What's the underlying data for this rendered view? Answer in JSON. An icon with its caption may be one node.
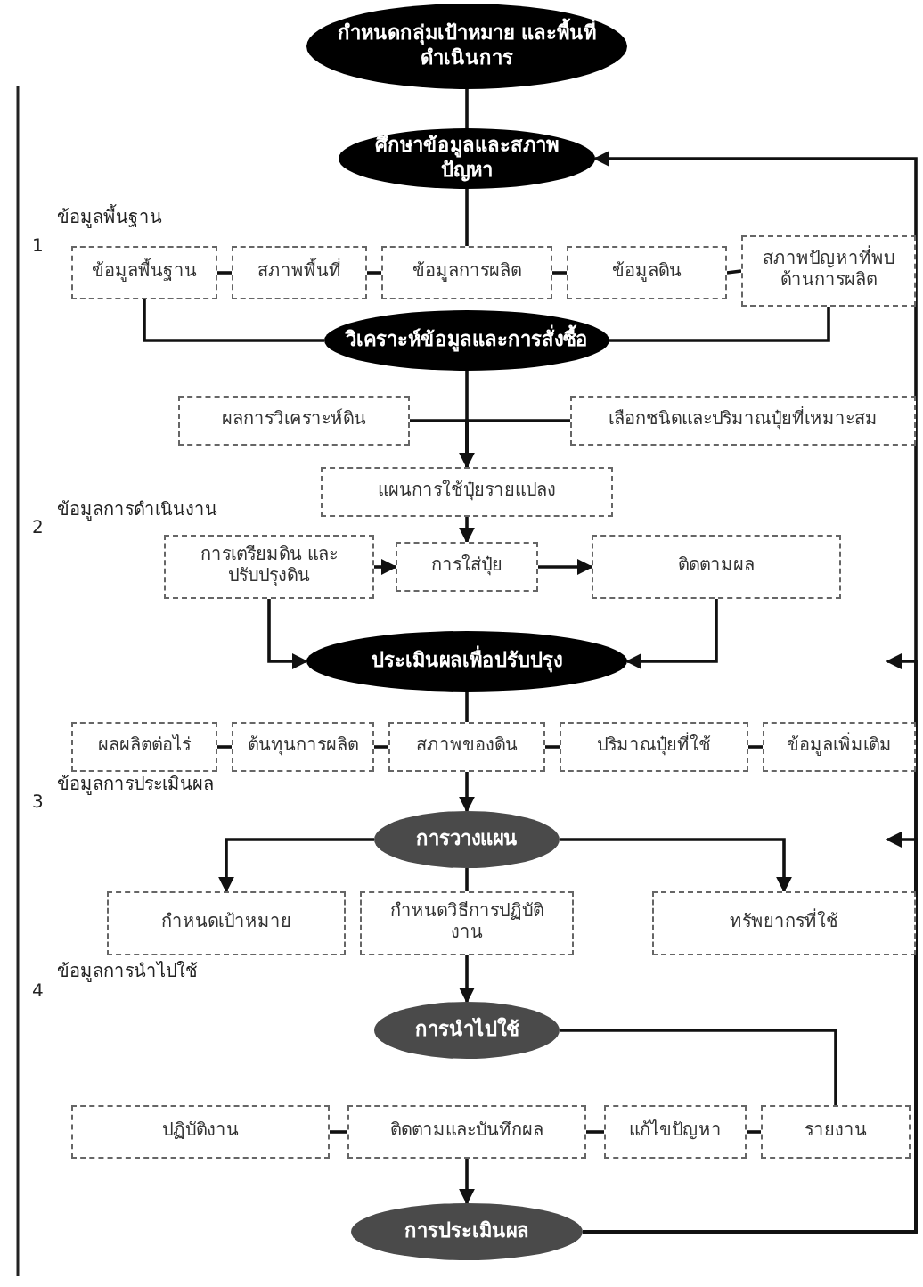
{
  "diagram": {
    "nodes": [
      {
        "text": [
          "กำหนดกลุ่มเป้าหมาย และพื้นที่ดำเนินการ"
        ]
      },
      {
        "text": [
          "ศึกษาข้อมูลและสภาพปัญหา"
        ]
      },
      {
        "text": [
          "ข้อมูลพื้นฐาน"
        ]
      },
      {
        "text": [
          "สภาพพื้นที่"
        ]
      },
      {
        "text": [
          "ข้อมูลการผลิต"
        ]
      },
      {
        "text": [
          "ข้อมูลดิน"
        ]
      },
      {
        "text": [
          "สภาพปัญหาที่พบ ด้านการผลิต"
        ]
      },
      {
        "text": [
          "วิเคราะห์ข้อมูลและการสั่งซื้อ"
        ]
      },
      {
        "text": [
          "ผลการวิเคราะห์ดิน"
        ]
      },
      {
        "text": [
          "เลือกชนิดและปริมาณปุ๋ยที่เหมาะสม"
        ]
      },
      {
        "text": [
          "แผนการใช้ปุ๋ยรายแปลง"
        ]
      },
      {
        "text": [
          "การเตรียมดิน และปรับปรุงดิน"
        ]
      },
      {
        "text": [
          "การใส่ปุ๋ย"
        ]
      },
      {
        "text": [
          "ติดตามผล"
        ]
      },
      {
        "text": [
          "ประเมินผลเพื่อปรับปรุง"
        ]
      },
      {
        "text": [
          "ผลผลิตต่อไร่"
        ]
      },
      {
        "text": [
          "ต้นทุนการผลิต"
        ]
      },
      {
        "text": [
          "สภาพของดิน"
        ]
      },
      {
        "text": [
          "ปริมาณปุ๋ยที่ใช้"
        ]
      },
      {
        "text": [
          "ข้อมูลเพิ่มเติม"
        ]
      },
      {
        "text": [
          "การวางแผน"
        ]
      },
      {
        "text": [
          "กำหนดเป้าหมาย"
        ]
      },
      {
        "text": [
          "กำหนดวิธีการปฏิบัติงาน"
        ]
      },
      {
        "text": [
          "ทรัพยากรที่ใช้"
        ]
      },
      {
        "text": [
          "การนำไปใช้"
        ]
      },
      {
        "text": [
          "ปฏิบัติงาน"
        ]
      },
      {
        "text": [
          "ติดตามและบันทึกผล"
        ]
      },
      {
        "text": [
          "แก้ไขปัญหา"
        ]
      },
      {
        "text": [
          "รายงาน"
        ]
      },
      {
        "text": [
          "การประเมินผล"
        ]
      }
    ],
    "edges": [
      {
        "from": 0,
        "to": 1,
        "arrow": "none"
      },
      {
        "from": 1,
        "to": 4,
        "arrow": "none"
      },
      {
        "from": 2,
        "to": 3,
        "arrow": "none"
      },
      {
        "from": 3,
        "to": 4,
        "arrow": "none"
      },
      {
        "from": 4,
        "to": 5,
        "arrow": "none"
      },
      {
        "from": 5,
        "to": 6,
        "arrow": "none"
      },
      {
        "from": 2,
        "to": 7,
        "arrow": "none"
      },
      {
        "from": 6,
        "to": 7,
        "arrow": "none"
      },
      {
        "from": 7,
        "to": 10,
        "arrow": "to"
      },
      {
        "from": 8,
        "to": 10,
        "arrow": "none"
      },
      {
        "from": 9,
        "to": 10,
        "arrow": "none"
      },
      {
        "from": 10,
        "to": 12,
        "arrow": "to"
      },
      {
        "from": 11,
        "to": 12,
        "arrow": "to"
      },
      {
        "from": 12,
        "to": 13,
        "arrow": "to"
      },
      {
        "from": 11,
        "to": 14,
        "arrow": "to"
      },
      {
        "from": 13,
        "to": 14,
        "arrow": "to"
      },
      {
        "from": 14,
        "to": 17,
        "arrow": "none"
      },
      {
        "from": 15,
        "to": 16,
        "arrow": "none"
      },
      {
        "from": 16,
        "to": 17,
        "arrow": "none"
      },
      {
        "from": 17,
        "to": 18,
        "arrow": "none"
      },
      {
        "from": 18,
        "to": 19,
        "arrow": "none"
      },
      {
        "from": 17,
        "to": 20,
        "arrow": "to"
      },
      {
        "from": 20,
        "to": 21,
        "arrow": "to"
      },
      {
        "from": 20,
        "to": 22,
        "arrow": "none"
      },
      {
        "from": 20,
        "to": 23,
        "arrow": "to"
      },
      {
        "from": 22,
        "to": 24,
        "arrow": "to"
      },
      {
        "from": 24,
        "to": 28,
        "arrow": "none"
      },
      {
        "from": 25,
        "to": 26,
        "arrow": "none"
      },
      {
        "from": 26,
        "to": 27,
        "arrow": "none"
      },
      {
        "from": 27,
        "to": 28,
        "arrow": "none"
      },
      {
        "from": 26,
        "to": 29,
        "arrow": "to"
      },
      {
        "from": 29,
        "to": 1,
        "arrow": "to"
      },
      {
        "from": 29,
        "to": null,
        "arrow": "to"
      },
      {
        "from": 29,
        "to": null,
        "arrow": "to"
      }
    ],
    "labels": [
      "1",
      "ข้อมูลพื้นฐาน",
      "2",
      "ข้อมูลการดำเนินงาน",
      "3",
      "ข้อมูลการประเมินผล",
      "4",
      "ข้อมูลการนำไปใช้"
    ]
  }
}
